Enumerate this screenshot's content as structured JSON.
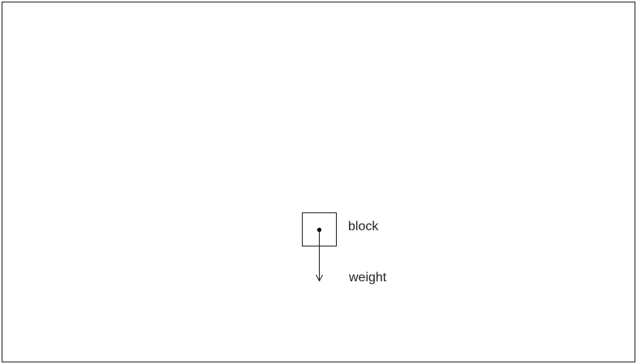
{
  "diagram": {
    "type": "free-body-diagram",
    "labels": {
      "block": "block",
      "weight": "weight"
    },
    "colors": {
      "stroke": "#222222",
      "background": "#ffffff"
    }
  }
}
